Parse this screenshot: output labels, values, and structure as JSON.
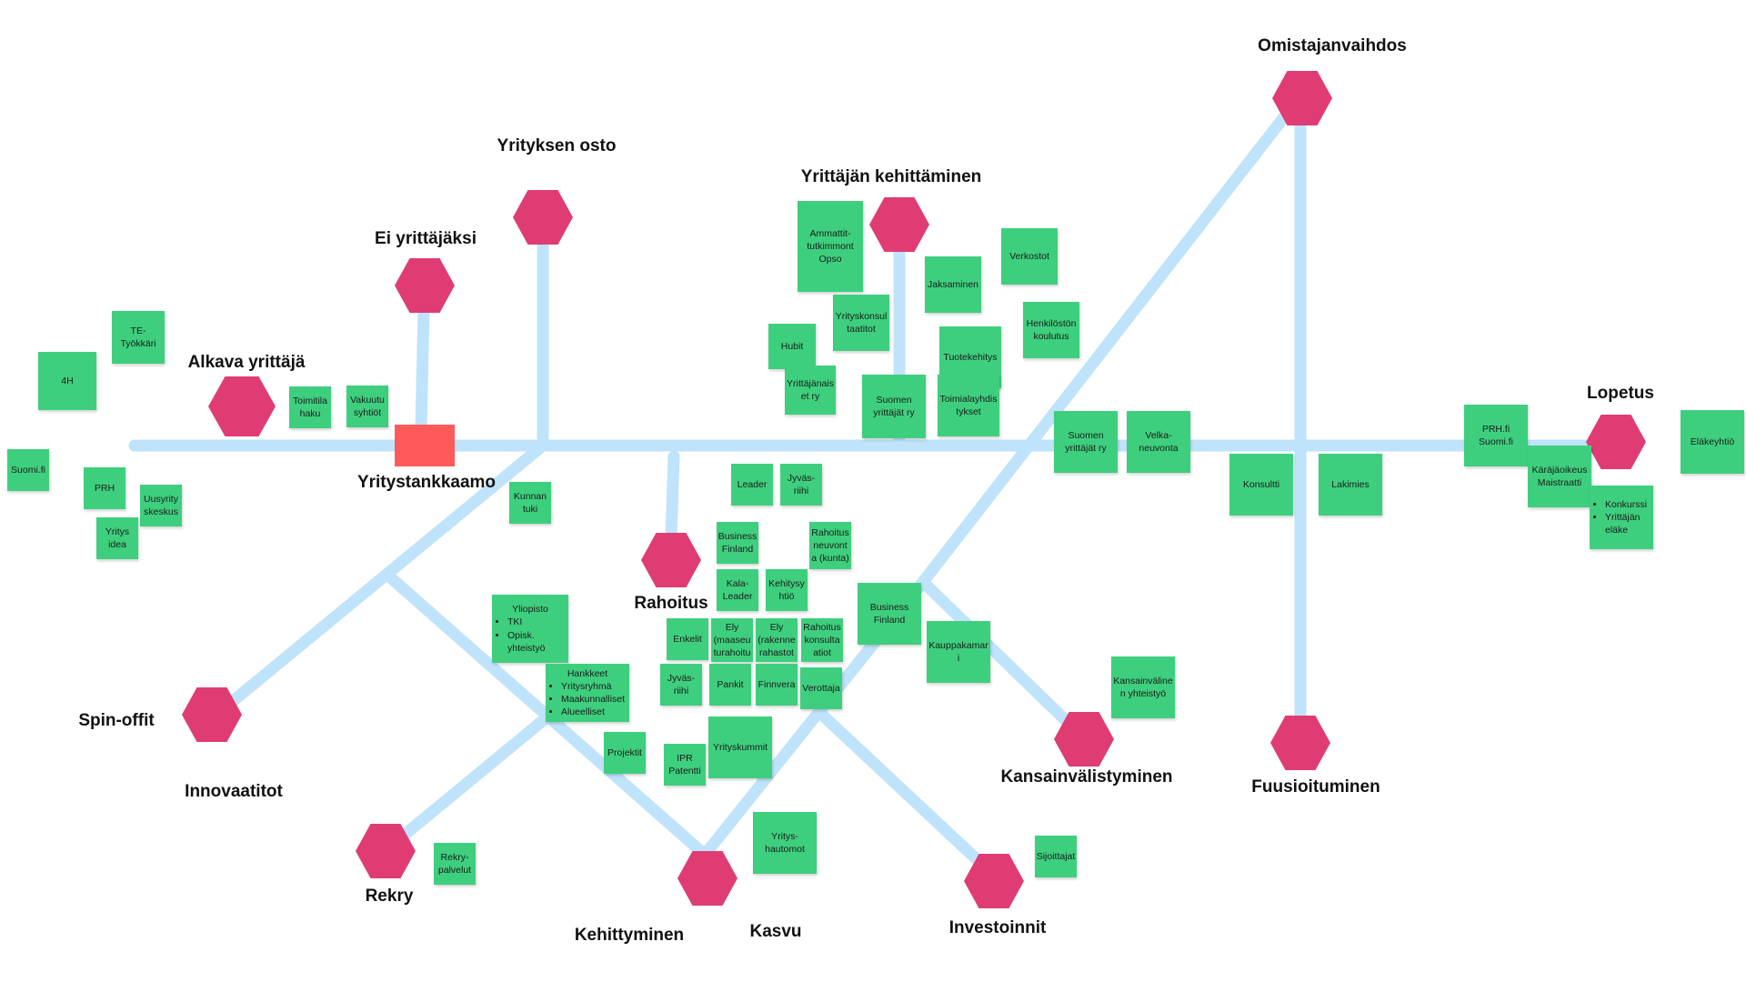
{
  "stations": {
    "omistajanvaihdos": "Omistajanvaihdos",
    "yrityksen_osto": "Yrityksen osto",
    "yrittajan_kehittaminen": "Yrittäjän kehittäminen",
    "ei_yrittajaksi": "Ei yrittäjäksi",
    "alkava_yrittaja": "Alkava yrittäjä",
    "yritystankkaamo": "Yritystankkaamo",
    "lopetus": "Lopetus",
    "rahoitus": "Rahoitus",
    "spin_offit": "Spin-offit",
    "innovaatitot": "Innovaatitot",
    "rekry": "Rekry",
    "kehittyminen": "Kehittyminen",
    "kasvu": "Kasvu",
    "investoinnit": "Investoinnit",
    "kansainvalistyminen": "Kansainvälistyminen",
    "fuusioituminen": "Fuusioituminen"
  },
  "notes": {
    "te_tyokkari": "TE-\nTyökkäri",
    "n4h": "4H",
    "toimitila_haku": "Toimitila\nhaku",
    "vakuutusyhtiot": "Vakuutu\nsyhtiöt",
    "suomi_fi": "Suomi.fi",
    "prh": "PRH",
    "uusyrityskeskus": "Uusyrity\nskeskus",
    "yritysidea": "Yritys\nidea",
    "kunnan_tuki": "Kunnan\ntuki",
    "ammattitutkinnot": "Ammattit-\ntutkimmont\nOpso",
    "yrityskonsultaatiot": "Yrityskonsul\ntaatitot",
    "hubit": "Hubit",
    "yrittajanaiset": "Yrittäjänais\net ry",
    "suomen_yrittajat_a": "Suomen\nyrittäjät ry",
    "jaksaminen": "Jaksaminen",
    "tuotekehitys": "Tuotekehitys",
    "toimialayhdistykset": "Toimialayhdis\ntykset",
    "verkostot": "Verkostot",
    "henkiloston_koulutus": "Henkilöstön\nkoulutus",
    "suomen_yrittajat_b": "Suomen\nyrittäjät ry",
    "velkaneuvonta": "Velka-\nneuvonta",
    "konsultti": "Konsultti",
    "lakimies": "Lakimies",
    "prh_suomi": "PRH.fi\nSuomi.fi",
    "karajaoikeus": "Käräjäoikeus\nMaistraatti",
    "konkurssi_list": [
      "Konkurssi",
      "Yrittäjän eläke"
    ],
    "elakeyhtio": "Eläkeyhtiö",
    "leader": "Leader",
    "jyvasriihi_a": "Jyväs-\nriihi",
    "business_finland_a": "Business\nFinland",
    "rahoitusneuvonta": "Rahoitus\nneuvont\na (kunta)",
    "kala_leader": "Kala-\nLeader",
    "kehitysyhtio": "Kehitysy\nhtiö",
    "enkelit": "Enkelit",
    "ely_maaseutu": "Ely\n(maaseu\nturahoitu",
    "ely_rakenne": "Ely\n(rakenne\nrahastot",
    "rahoituskonsultaatiot": "Rahoitus\nkonsulta\natiot",
    "jyvasriihi_b": "Jyväs-\nriihi",
    "pankit": "Pankit",
    "finnvera": "Finnvera",
    "verottaja": "Verottaja",
    "business_finland_b": "Business\nFinland",
    "kauppakamari": "Kauppakamar\ni",
    "kansainvalinen_yhteistyo": "Kansainväline\nn yhteistyö",
    "yliopisto_title": "Yliopisto",
    "yliopisto_list": [
      "TKI",
      "Opisk. yhteistyö"
    ],
    "hankkeet_title": "Hankkeet",
    "hankkeet_list": [
      "Yritysryhmä",
      "Maakunnalliset",
      "Alueelliset"
    ],
    "projektit": "Projektit",
    "ipr_patentti": "IPR\nPatentti",
    "yrityskummit": "Yrityskummit",
    "yrityshautomot": "Yritys-\nhautomot",
    "rekrypalvelut": "Rekry-\npalvelut",
    "sijoittajat": "Sijoittajat"
  },
  "colors": {
    "line": "#bfe3fb",
    "station": "#e03c74",
    "hub": "#ff5a5a",
    "note": "#3ecf7e"
  }
}
